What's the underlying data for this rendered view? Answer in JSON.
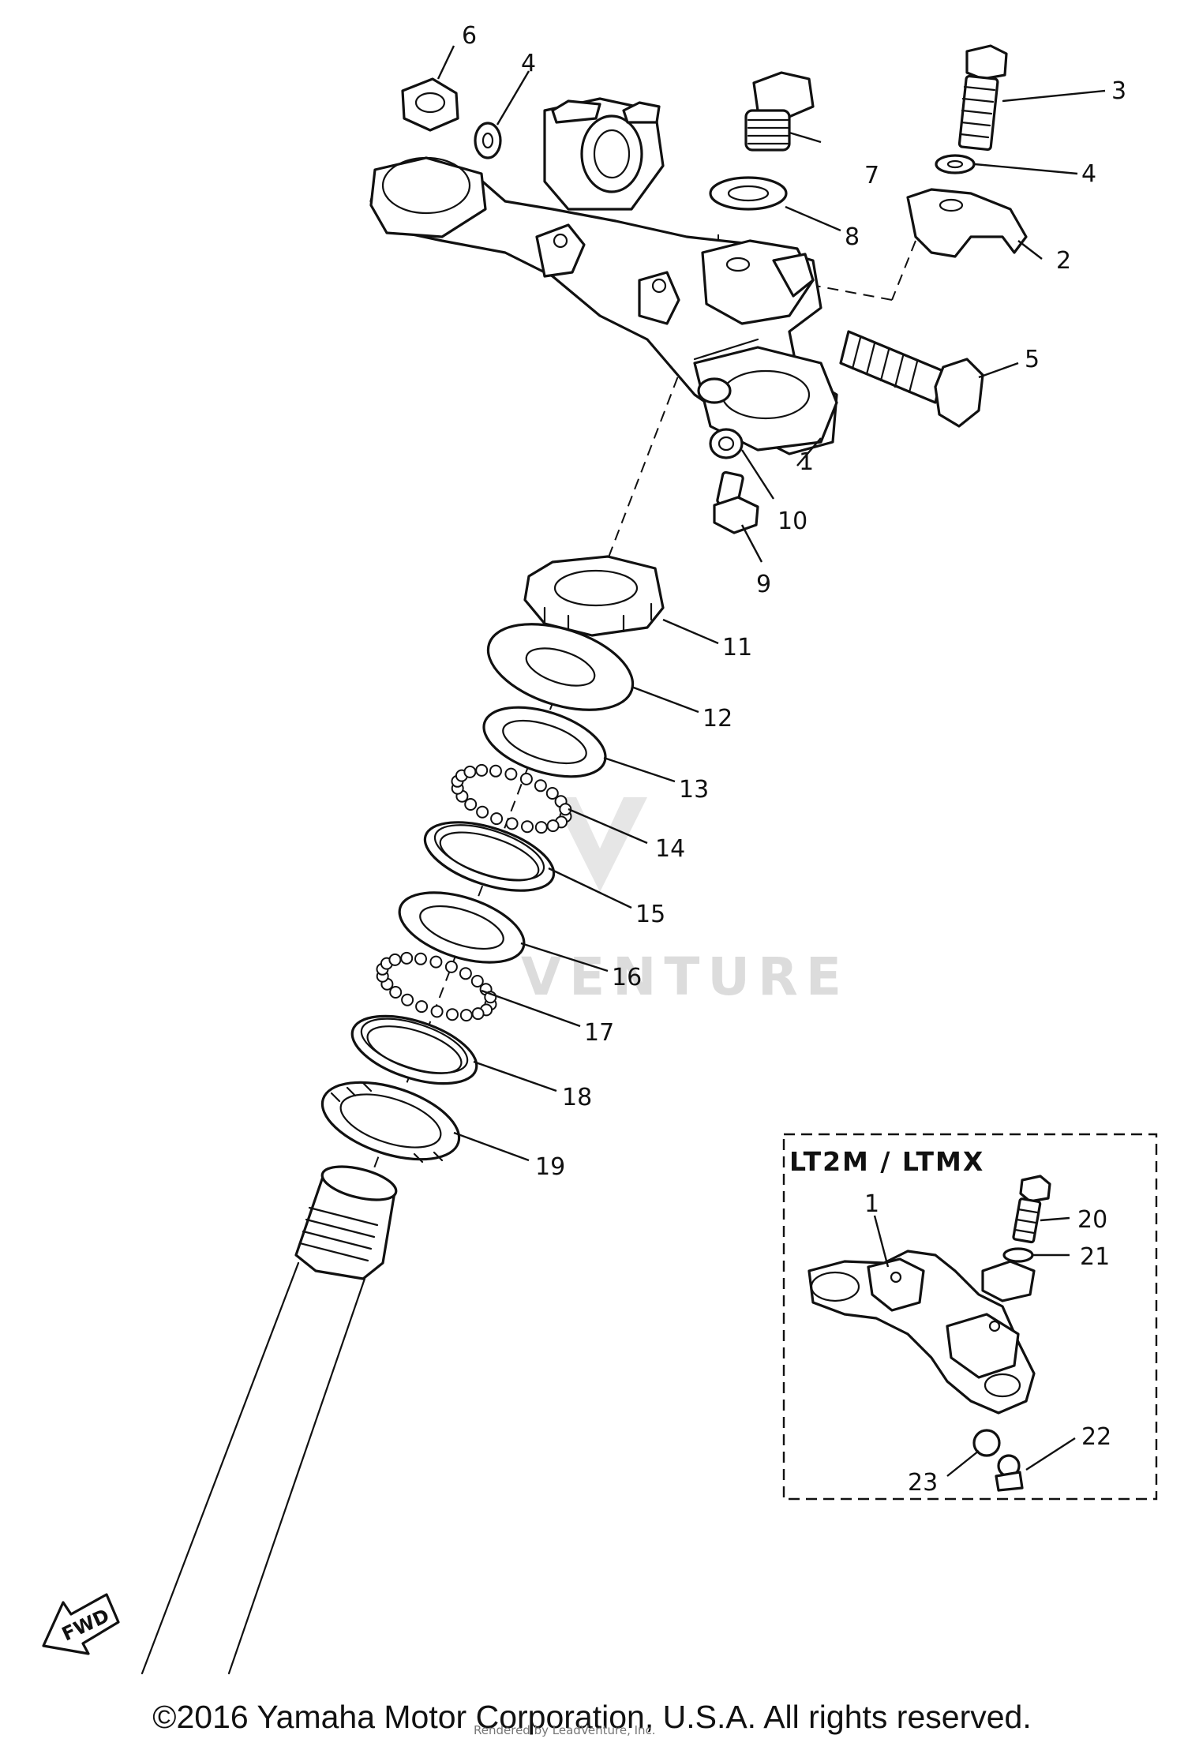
{
  "callouts": {
    "n1": "1",
    "n2": "2",
    "n3": "3",
    "n4a": "4",
    "n4b": "4",
    "n5": "5",
    "n6": "6",
    "n7": "7",
    "n8": "8",
    "n9": "9",
    "n10": "10",
    "n11": "11",
    "n12": "12",
    "n13": "13",
    "n14": "14",
    "n15": "15",
    "n16": "16",
    "n17": "17",
    "n18": "18",
    "n19": "19",
    "n20": "20",
    "n21": "21",
    "n22": "22",
    "n23": "23",
    "inset1": "1"
  },
  "inset": {
    "title": "LT2M / LTMX"
  },
  "watermark": {
    "text": "VENTURE"
  },
  "fwd": {
    "label": "FWD"
  },
  "footer": {
    "copyright": "©2016 Yamaha Motor Corporation, U.S.A. All rights reserved.",
    "overlay": "Rendered by LeadVenture, Inc."
  },
  "icons": {
    "arrow": "fwd-arrow-icon"
  }
}
